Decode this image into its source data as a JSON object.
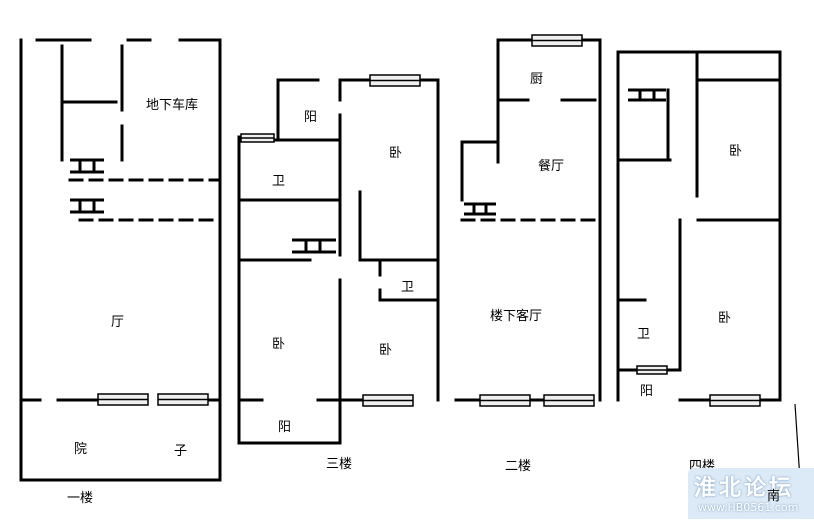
{
  "plans": {
    "floor1": {
      "caption": "一楼",
      "rooms": {
        "garage": "地下车库",
        "hall": "厅",
        "yard_1": "院",
        "yard_2": "子"
      }
    },
    "floor3": {
      "caption": "三楼",
      "rooms": {
        "balcony_top": "阳",
        "bath_top": "卫",
        "bedroom_top": "卧",
        "bath_mid": "卫",
        "bedroom_left": "卧",
        "bedroom_right": "卧",
        "balcony_bottom": "阳"
      }
    },
    "floor2": {
      "caption": "二楼",
      "rooms": {
        "kitchen": "厨",
        "dining": "餐厅",
        "living": "楼下客厅"
      }
    },
    "floor4": {
      "caption": "四楼",
      "rooms": {
        "bedroom_top": "卧",
        "bath": "卫",
        "bedroom_bottom": "卧",
        "balcony": "阳"
      }
    }
  },
  "compass": {
    "south": "南"
  },
  "watermark": {
    "logo": "淮北论坛",
    "url": "www.HB0561.com"
  },
  "colors": {
    "wall": "#000000",
    "window_fill": "#f0f0f0",
    "watermark_bg": "#dce9f6"
  }
}
